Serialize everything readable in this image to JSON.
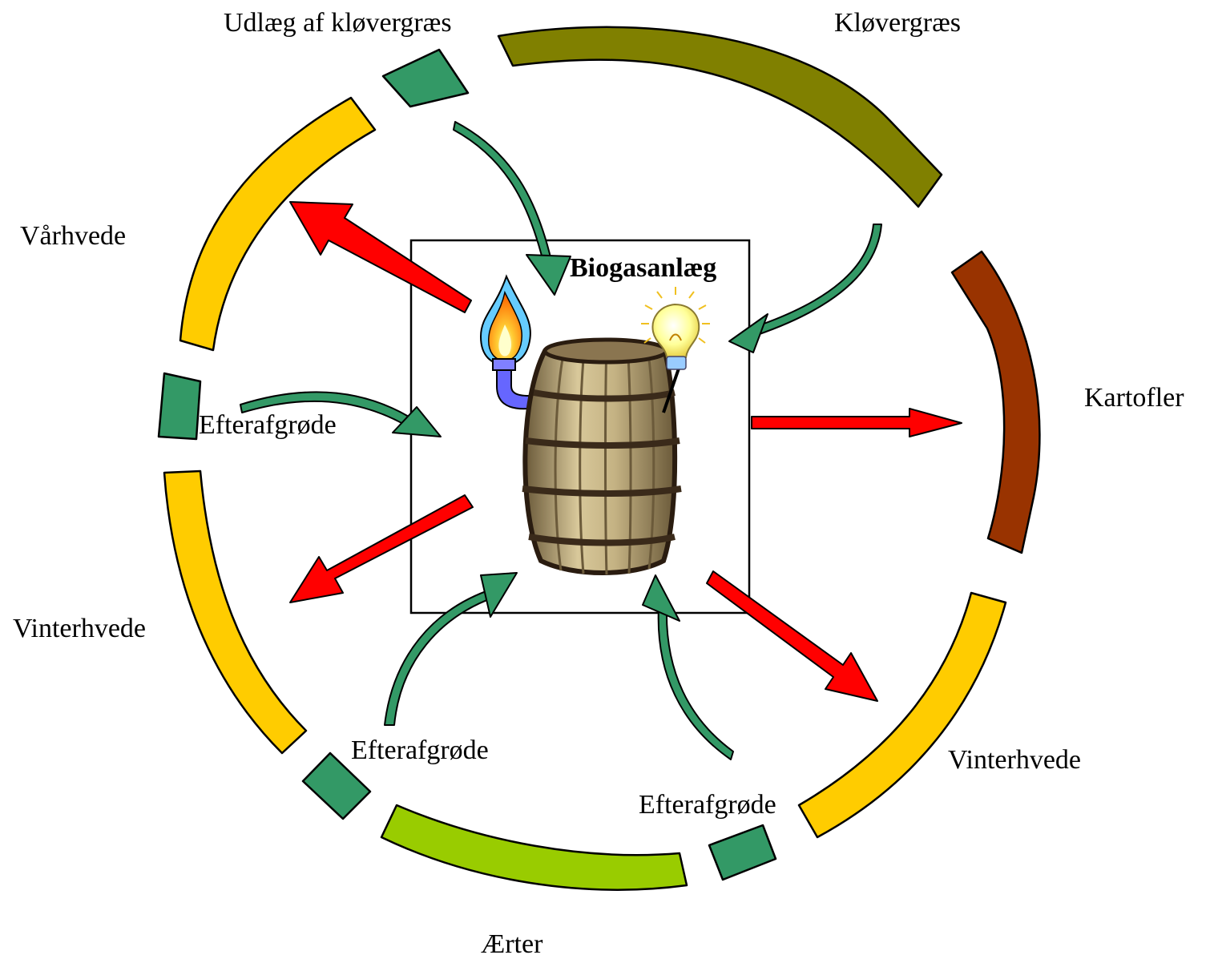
{
  "diagram": {
    "center_label": "Biogasanlæg",
    "crops": [
      {
        "label": "Udlæg af kløvergræs",
        "color": "#339966"
      },
      {
        "label": "Kløvergræs",
        "color": "#808000"
      },
      {
        "label": "Kartofler",
        "color": "#993300"
      },
      {
        "label": "Vinterhvede",
        "color": "#ffcc00"
      },
      {
        "label": "Efterafgrøde",
        "color": "#339966"
      },
      {
        "label": "Ærter",
        "color": "#99cc00"
      },
      {
        "label": "Efterafgrøde",
        "color": "#339966"
      },
      {
        "label": "Vinterhvede",
        "color": "#ffcc00"
      },
      {
        "label": "Efterafgrøde",
        "color": "#339966"
      },
      {
        "label": "Vårhvede",
        "color": "#ffcc00"
      }
    ],
    "colors": {
      "input_arrow": "#339966",
      "output_arrow": "#ff0000",
      "barrel_wood": "#b8a67a",
      "barrel_band": "#3a2a1a",
      "flame": "#ff9900",
      "bulb": "#ffff99"
    },
    "icons": [
      "barrel-icon",
      "flame-icon",
      "light-bulb-icon"
    ]
  }
}
